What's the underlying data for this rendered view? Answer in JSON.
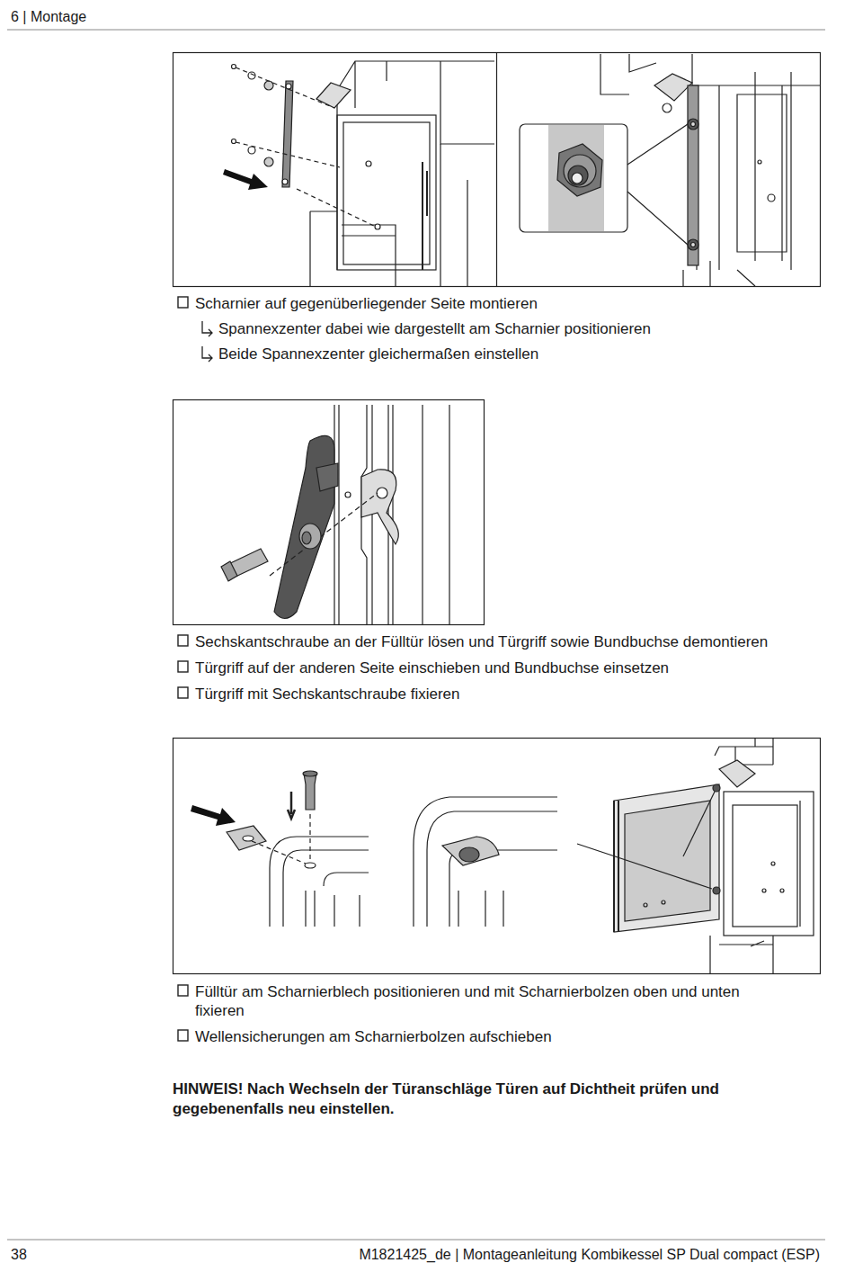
{
  "diagram": {
    "labels": [
      "6 | Montage",
      "Scharnier auf gegenüberliegender Seite montieren",
      "Spannexzenter dabei wie dargestellt am Scharnier positionieren",
      "Beide Spannexzenter gleichermaßen einstellen",
      "Sechskantschraube an der Fülltür lösen und Türgriff sowie Bundbuchse demontieren",
      "Türgriff auf der anderen Seite einschieben und Bundbuchse einsetzen",
      "Türgriff mit Sechskantschraube fixieren",
      "Fülltür am Scharnierblech positionieren und mit Scharnierbolzen oben und unten fixieren",
      "Wellensicherungen am Scharnierbolzen aufschieben",
      "HINWEIS! Nach Wechseln der Türanschläge Türen auf Dichtheit prüfen und gegebenenfalls neu einstellen.",
      "38",
      "M1821425_de | Montageanleitung Kombikessel SP Dual compact (ESP)"
    ]
  }
}
